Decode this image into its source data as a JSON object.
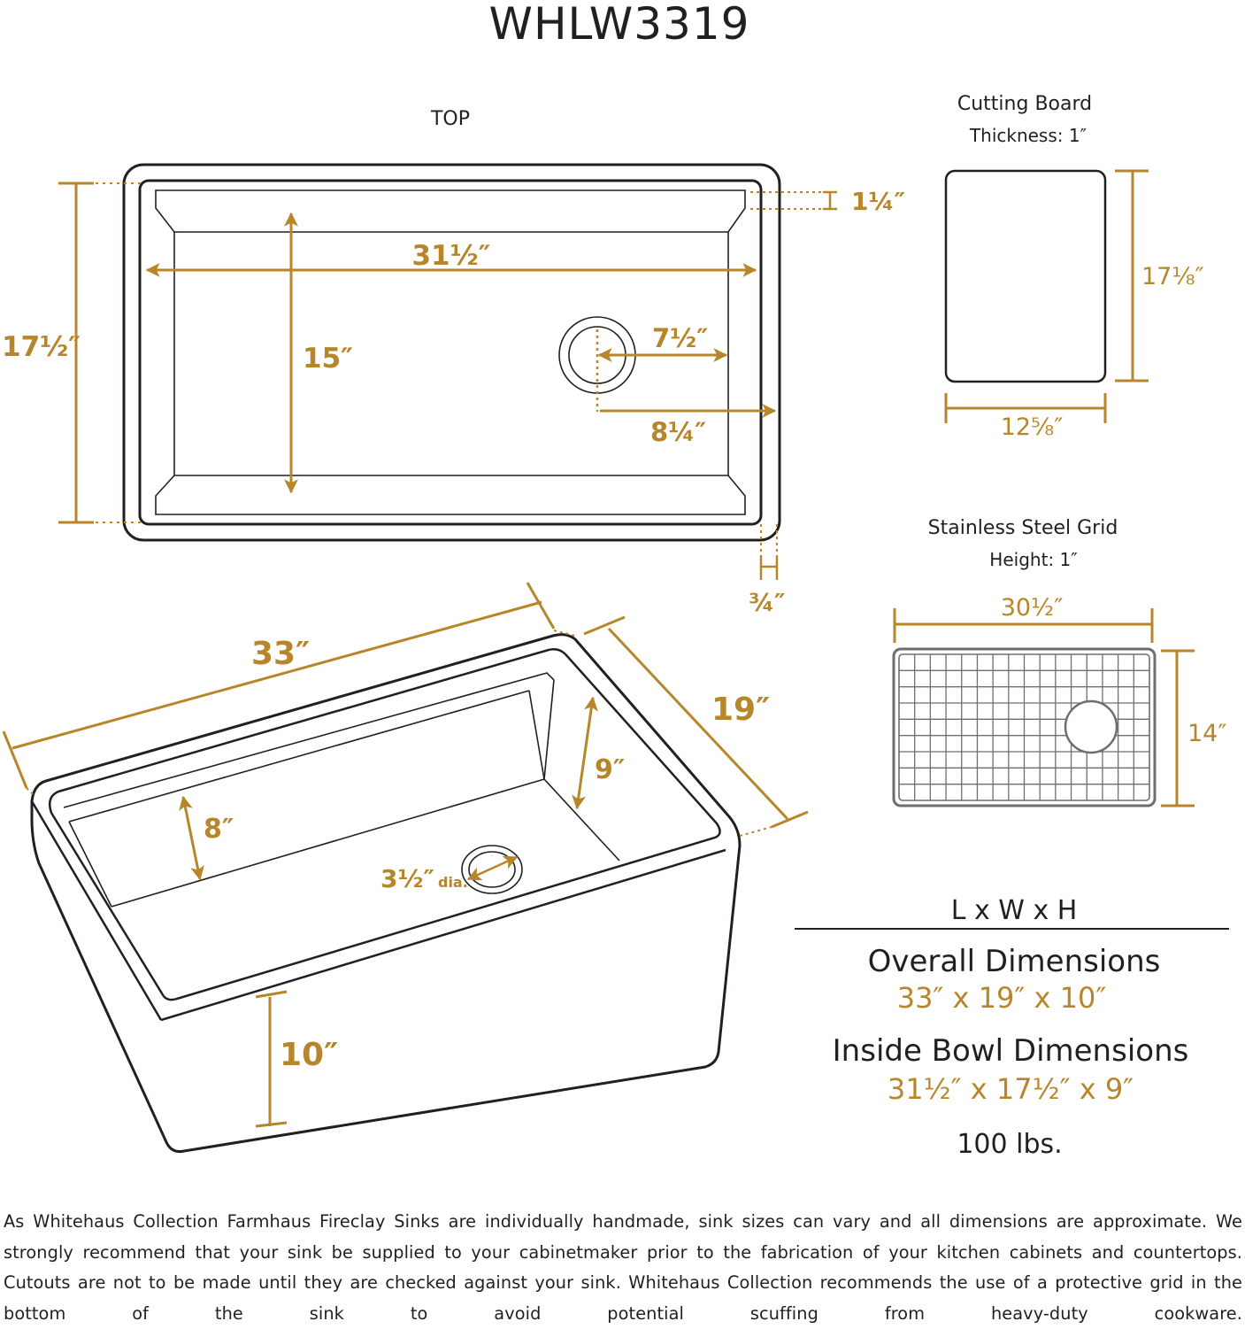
{
  "title": "WHLW3319",
  "top_view": {
    "label": "TOP",
    "dim_outer_depth": "17½″",
    "dim_inner_length": "31½″",
    "dim_inner_depth": "15″",
    "dim_drain_to_side": "7½″",
    "dim_drain_to_edge": "8¼″",
    "dim_rim_top": "1¼″",
    "dim_rim_bottom": "¾″"
  },
  "cutting_board": {
    "title": "Cutting Board",
    "thickness": "Thickness: 1″",
    "length": "17⅛″",
    "width": "12⅝″"
  },
  "grid": {
    "title": "Stainless Steel Grid",
    "height": "Height: 1″",
    "length": "30½″",
    "width": "14″"
  },
  "iso_view": {
    "length": "33″",
    "width": "19″",
    "bowl_depth": "9″",
    "ledge_depth": "8″",
    "drain": "3½″",
    "drain_suffix": "dia.",
    "apron_height": "10″"
  },
  "specs": {
    "header": "L x W x H",
    "overall_label": "Overall Dimensions",
    "overall_value": "33″ x 19″ x 10″",
    "inside_label": "Inside Bowl Dimensions",
    "inside_value": "31½″ x 17½″ x 9″",
    "weight": "100 lbs."
  },
  "disclaimer": "As Whitehaus Collection Farmhaus Fireclay Sinks are individually handmade, sink sizes can vary and all dimensions are approximate. We strongly recommend that your sink be supplied to your cabinetmaker prior to the fabrication of your kitchen cabinets and countertops. Cutouts are not to be made until they are checked against your sink. Whitehaus Collection recommends the use of a protective grid in the bottom of the sink to avoid potential scuffing from heavy-duty cookware.",
  "colors": {
    "accent": "#b8862a",
    "line": "#231f20"
  }
}
